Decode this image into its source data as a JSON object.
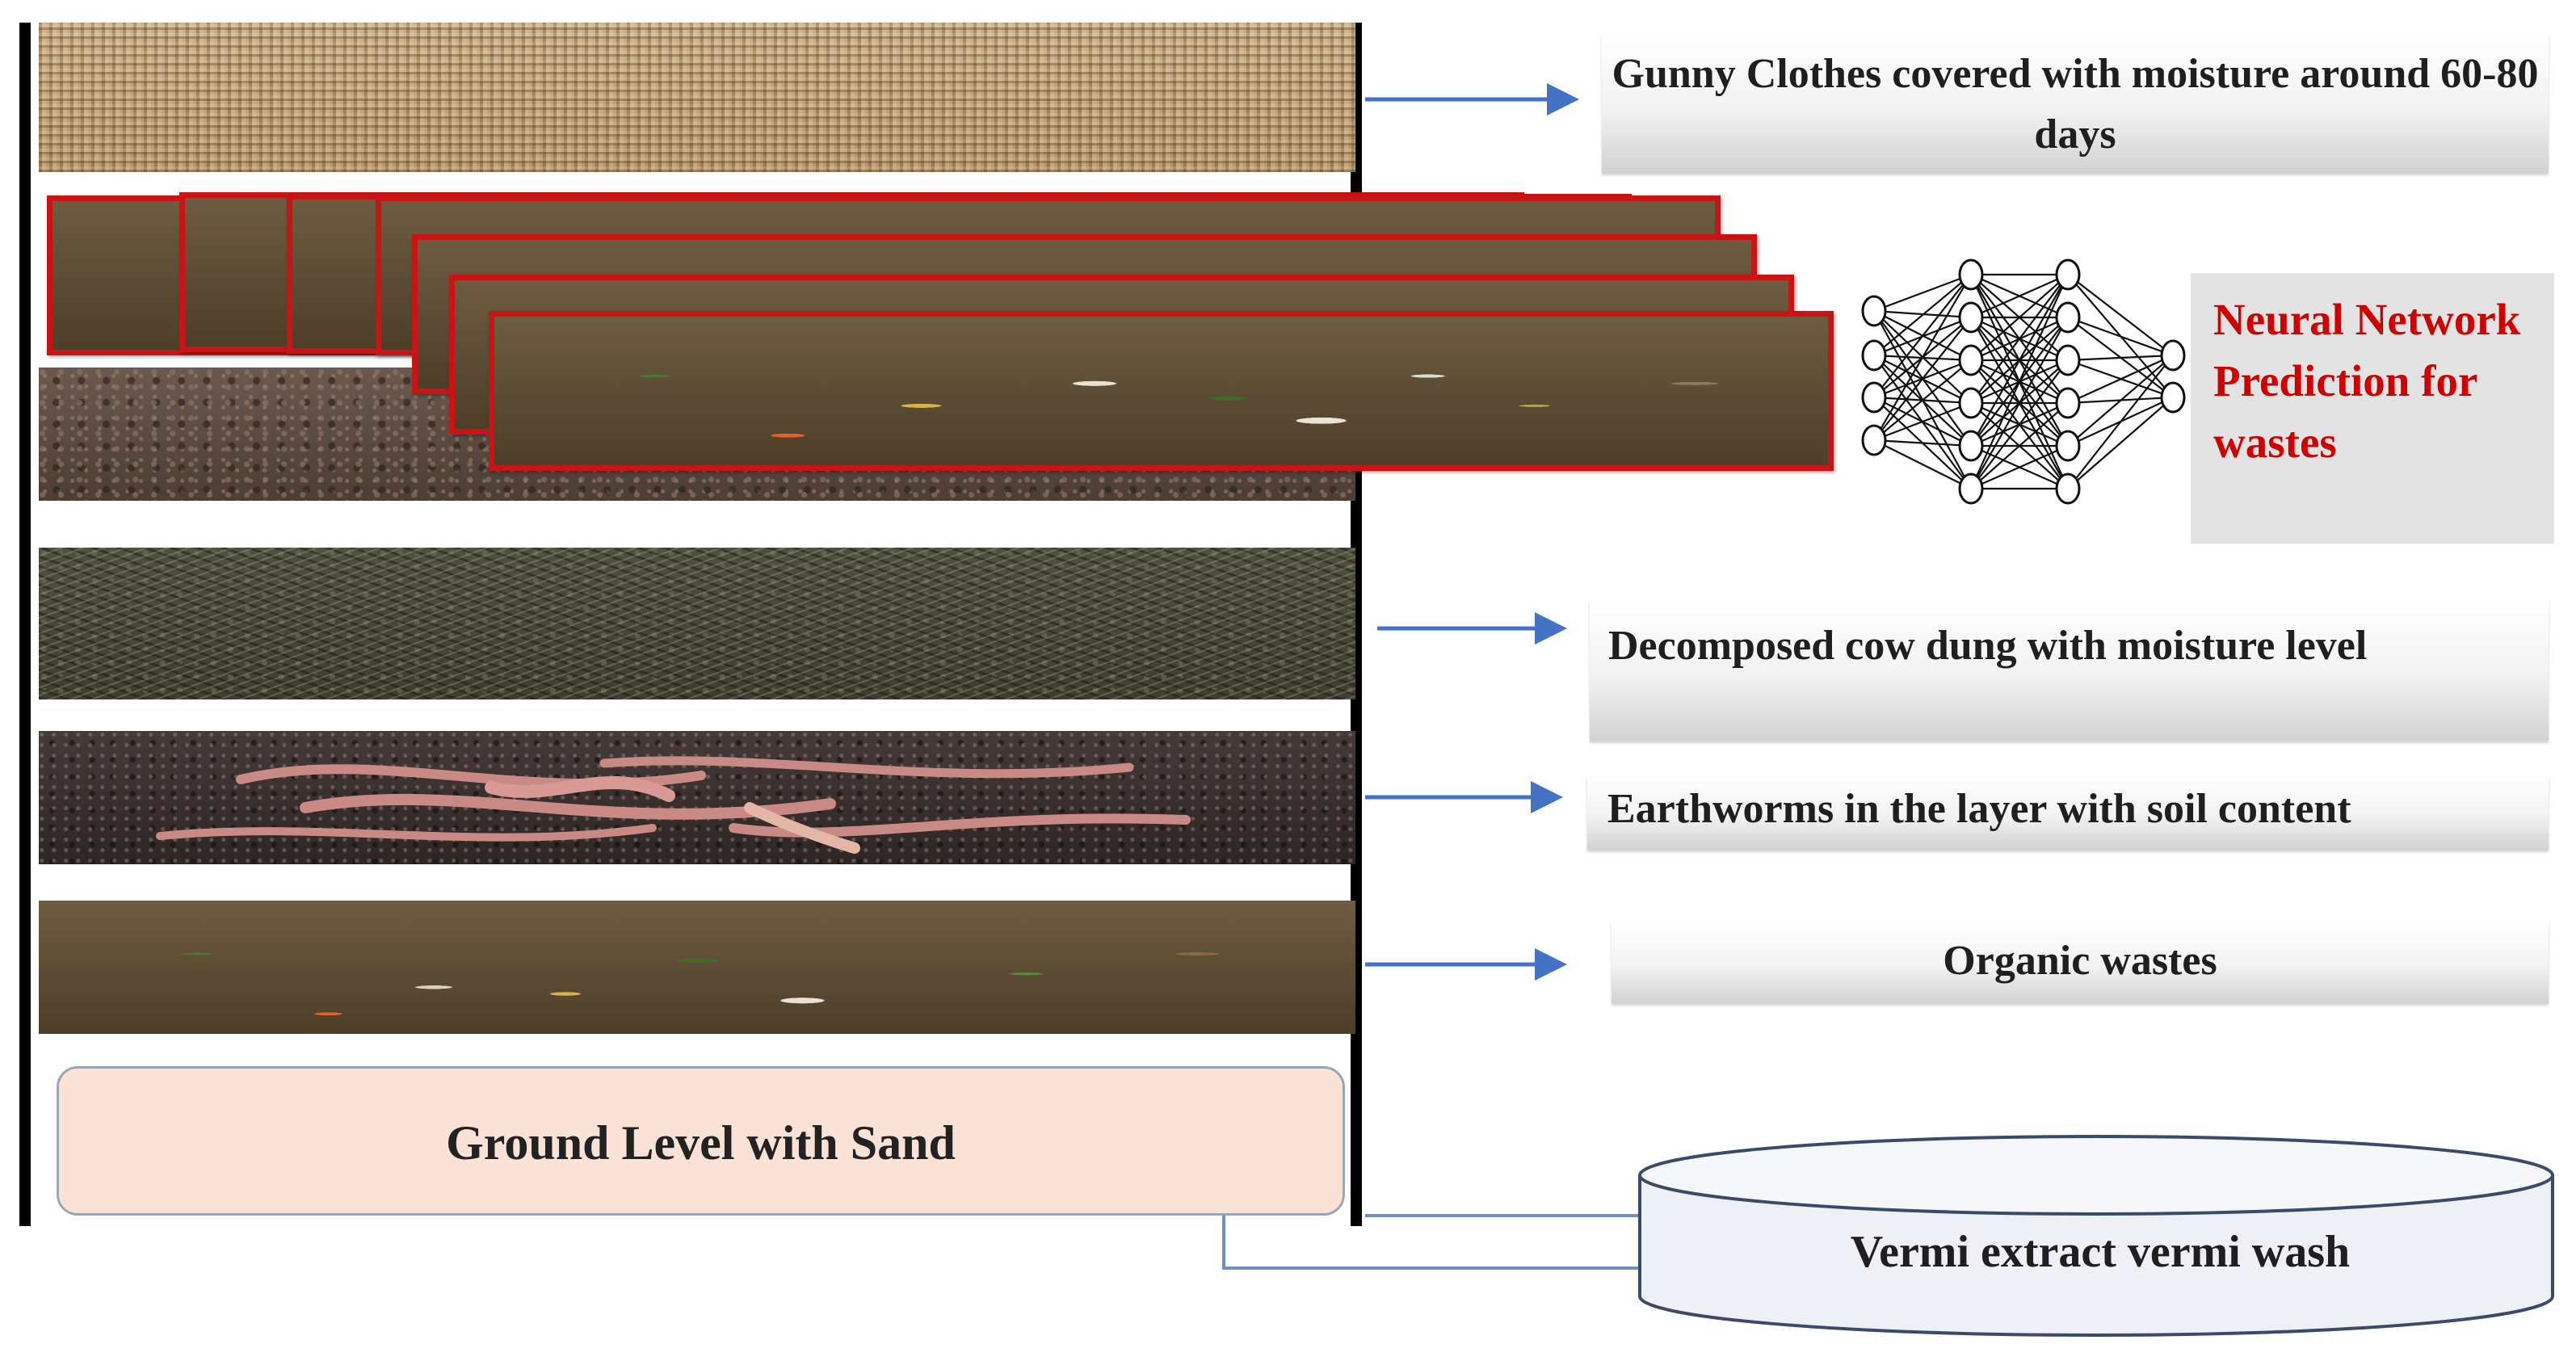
{
  "labels": {
    "gunny": "Gunny Clothes covered with moisture around 60-80 days",
    "neural_network": "Neural Network Prediction for wastes",
    "cow_dung": "Decomposed cow dung with moisture level",
    "earthworms": "Earthworms in the layer with soil content",
    "organic_wastes": "Organic wastes",
    "ground": "Ground Level with Sand",
    "vermi": "Vermi extract vermi wash"
  },
  "colors": {
    "arrow": "#4472c4",
    "frame_border": "#c81414",
    "nn_text": "#d00000",
    "ground_fill": "#fbe2d6"
  }
}
